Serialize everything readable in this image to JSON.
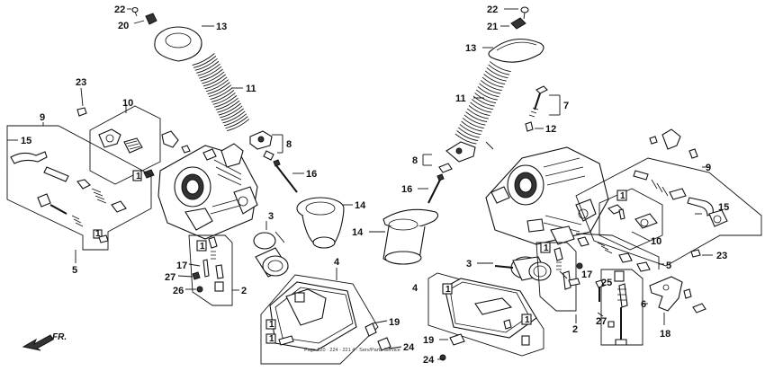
{
  "diagram": {
    "direction_label": "FR.",
    "footnote": "Page 220 · 224 · 221 4 · Serv/Parts Service",
    "callouts": {
      "left": {
        "c22": "22",
        "c20": "20",
        "c13": "13",
        "c11": "11",
        "c8": "8",
        "c16": "16",
        "c23": "23",
        "c10": "10",
        "c9": "9",
        "c15": "15",
        "c5": "5",
        "c1a": "1",
        "c1b": "1",
        "c3": "3",
        "c14": "14",
        "c1c": "1",
        "c17": "17",
        "c27": "27",
        "c26": "26",
        "c2": "2",
        "c4": "4",
        "c1d": "1",
        "c1e": "1",
        "c19": "19",
        "c24": "24"
      },
      "right": {
        "c22": "22",
        "c21": "21",
        "c13": "13",
        "c11": "11",
        "c7": "7",
        "c12": "12",
        "c8": "8",
        "c16": "16",
        "c14": "14",
        "c9": "9",
        "c1a": "1",
        "c15": "15",
        "c10": "10",
        "c23": "23",
        "c3": "3",
        "c1b": "1",
        "c17": "17",
        "c5": "5",
        "c4": "4",
        "c1c": "1",
        "c25": "25",
        "c6": "6",
        "c2": "2",
        "c1d": "1",
        "c27": "27",
        "c18": "18",
        "c19": "19",
        "c24": "24"
      }
    }
  }
}
